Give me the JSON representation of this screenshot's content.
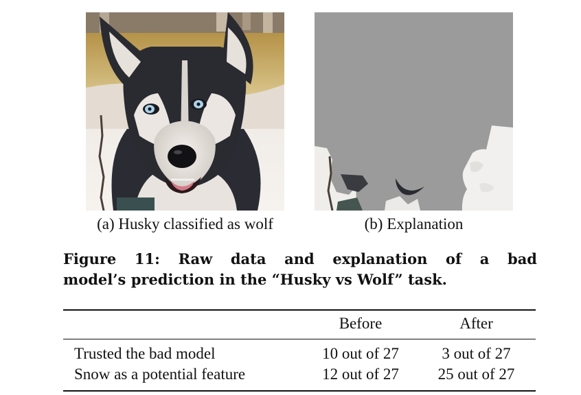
{
  "figure": {
    "subfigure_a": {
      "caption": "(a) Husky classified as wolf"
    },
    "subfigure_b": {
      "caption": "(b) Explanation"
    },
    "caption_line1": "Figure 11:  Raw data and explanation of a bad",
    "caption_line2": "model’s prediction in the “Husky vs Wolf” task."
  },
  "table": {
    "headers": [
      "",
      "Before",
      "After"
    ],
    "rows": [
      {
        "label": "Trusted the bad model",
        "before": "10 out of 27",
        "after": "3 out of 27"
      },
      {
        "label": "Snow as a potential feature",
        "before": "12 out of 27",
        "after": "25 out of 27"
      }
    ]
  },
  "colors": {
    "mask_gray": "#9b9b9b",
    "text": "#111111"
  }
}
